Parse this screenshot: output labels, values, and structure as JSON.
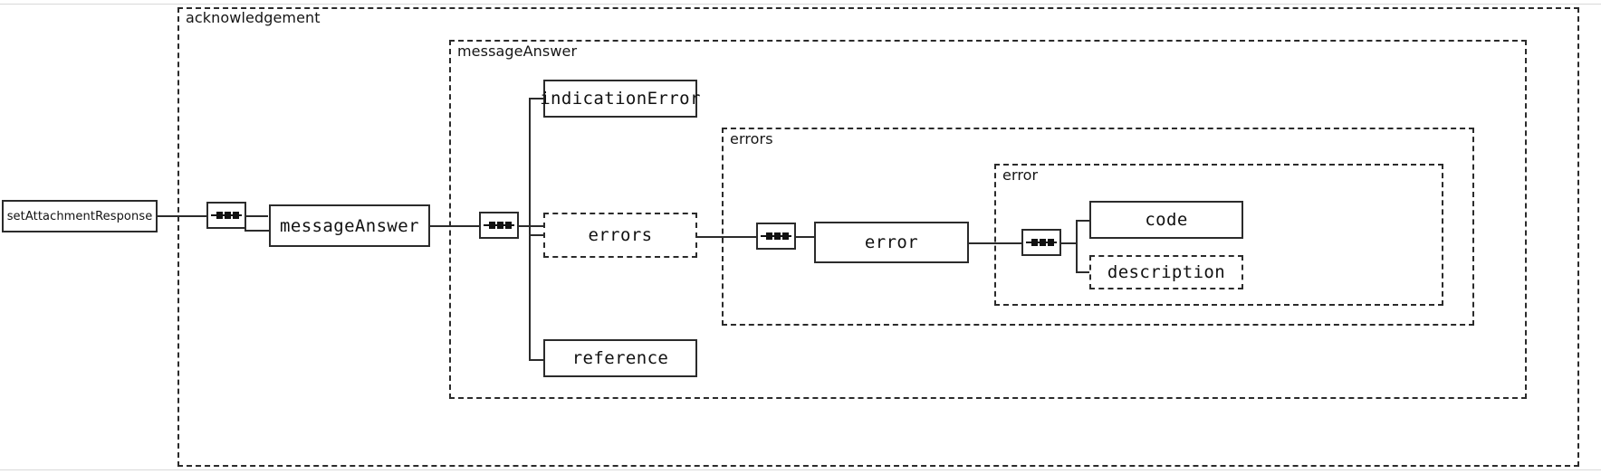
{
  "diagram": {
    "type": "xsd-schema-tree",
    "title": "setAttachmentResponse",
    "root": {
      "name": "setAttachmentResponse",
      "style": "solid",
      "required": true
    },
    "groups": [
      {
        "id": "acknowledgement",
        "label": "acknowledgement",
        "style": "dashed"
      },
      {
        "id": "messageAnswer",
        "label": "messageAnswer",
        "style": "dashed"
      },
      {
        "id": "errors",
        "label": "errors",
        "style": "dashed"
      },
      {
        "id": "error",
        "label": "error",
        "style": "dashed"
      }
    ],
    "nodes": [
      {
        "id": "messageAnswer-el",
        "label": "messageAnswer",
        "style": "solid",
        "required": true
      },
      {
        "id": "indicationError",
        "label": "indicationError",
        "style": "solid",
        "required": true
      },
      {
        "id": "errors-el",
        "label": "errors",
        "style": "dashed",
        "required": false
      },
      {
        "id": "reference",
        "label": "reference",
        "style": "solid",
        "required": true
      },
      {
        "id": "error-el",
        "label": "error",
        "style": "solid",
        "required": true
      },
      {
        "id": "code",
        "label": "code",
        "style": "solid",
        "required": true
      },
      {
        "id": "description",
        "label": "description",
        "style": "dashed",
        "required": false
      }
    ],
    "compositors": [
      {
        "id": "seq-root",
        "kind": "sequence-icon"
      },
      {
        "id": "seq-messageAnswer",
        "kind": "sequence-icon"
      },
      {
        "id": "seq-errors",
        "kind": "sequence-icon"
      },
      {
        "id": "seq-error",
        "kind": "sequence-icon"
      }
    ],
    "colors": {
      "stroke": "#2b2b2b",
      "text": "#111111",
      "background": "#ffffff",
      "page_rule": "#d8d8d8"
    }
  }
}
